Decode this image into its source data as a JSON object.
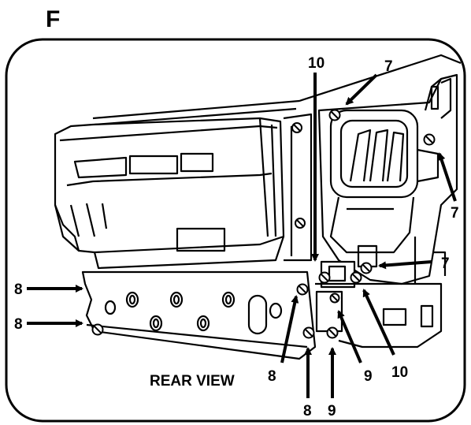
{
  "figure": {
    "letter": "F"
  },
  "caption": "REAR VIEW",
  "callouts": {
    "c10_top": "10",
    "c7_top": "7",
    "c7_right": "7",
    "c7_mid": "7",
    "c8_left_upper": "8",
    "c8_left_lower": "8",
    "c8_center": "8",
    "c8_bottom": "8",
    "c9_center": "9",
    "c9_bottom": "9",
    "c10_bottom": "10"
  },
  "colors": {
    "line": "#000000",
    "background": "#ffffff"
  }
}
